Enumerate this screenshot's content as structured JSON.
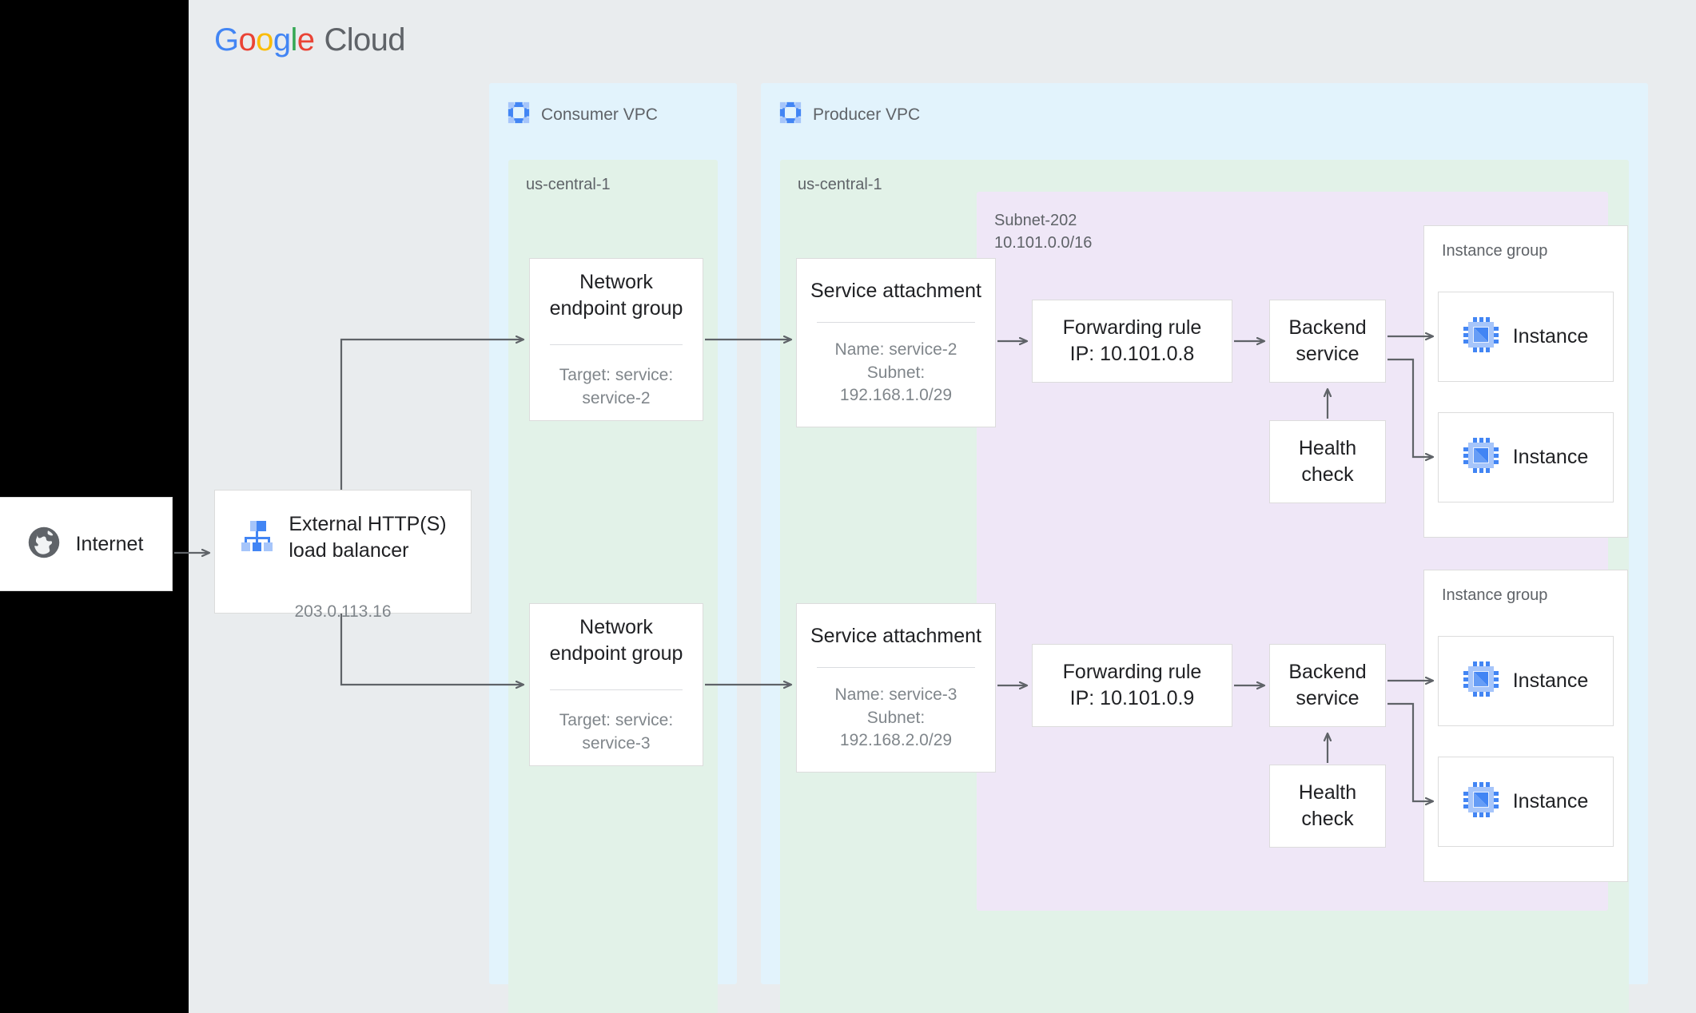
{
  "brand": {
    "name_parts": [
      "G",
      "o",
      "o",
      "g",
      "l",
      "e"
    ],
    "cloud": "Cloud",
    "colors": {
      "blue": "#4285f4",
      "red": "#ea4335",
      "yellow": "#fbbc05",
      "green": "#34a853",
      "gray": "#5f6368"
    }
  },
  "palette": {
    "canvas": "#e9ecee",
    "vpc_bg": "#e2f3fc",
    "region_bg": "#e2f2e8",
    "subnet_bg": "#efe7f7",
    "card_bg": "#ffffff",
    "border": "#dcdcdc",
    "edge": "#5f6368",
    "text_primary": "#202124",
    "text_secondary": "#80868b",
    "icon_blue": "#4285f4",
    "icon_blue_light": "#a6c5fa"
  },
  "internet": {
    "label": "Internet",
    "icon": "globe-icon"
  },
  "load_balancer": {
    "title": "External HTTP(S)\nload balancer",
    "ip": "203.0.113.16",
    "icon": "load-balancer-icon"
  },
  "consumer_vpc": {
    "title": "Consumer VPC",
    "icon": "vpc-icon",
    "region": "us-central-1",
    "negs": [
      {
        "title": "Network\nendpoint group",
        "sub": "Target: service:\nservice-2"
      },
      {
        "title": "Network\nendpoint group",
        "sub": "Target: service:\nservice-3"
      }
    ]
  },
  "producer_vpc": {
    "title": "Producer VPC",
    "icon": "vpc-icon",
    "region": "us-central-1",
    "subnet": {
      "name": "Subnet-202",
      "cidr": "10.101.0.0/16"
    },
    "service_attachments": [
      {
        "title": "Service attachment",
        "sub": "Name: service-2\nSubnet:\n192.168.1.0/29"
      },
      {
        "title": "Service attachment",
        "sub": "Name: service-3\nSubnet:\n192.168.2.0/29"
      }
    ],
    "stacks": [
      {
        "forwarding_rule": "Forwarding rule\nIP: 10.101.0.8",
        "backend_service": "Backend\nservice",
        "health_check": "Health\ncheck",
        "instance_group": {
          "label": "Instance group",
          "instances": [
            {
              "label": "Instance",
              "icon": "instance-chip-icon"
            },
            {
              "label": "Instance",
              "icon": "instance-chip-icon"
            }
          ]
        }
      },
      {
        "forwarding_rule": "Forwarding rule\nIP: 10.101.0.9",
        "backend_service": "Backend\nservice",
        "health_check": "Health\ncheck",
        "instance_group": {
          "label": "Instance group",
          "instances": [
            {
              "label": "Instance",
              "icon": "instance-chip-icon"
            },
            {
              "label": "Instance",
              "icon": "instance-chip-icon"
            }
          ]
        }
      }
    ]
  }
}
